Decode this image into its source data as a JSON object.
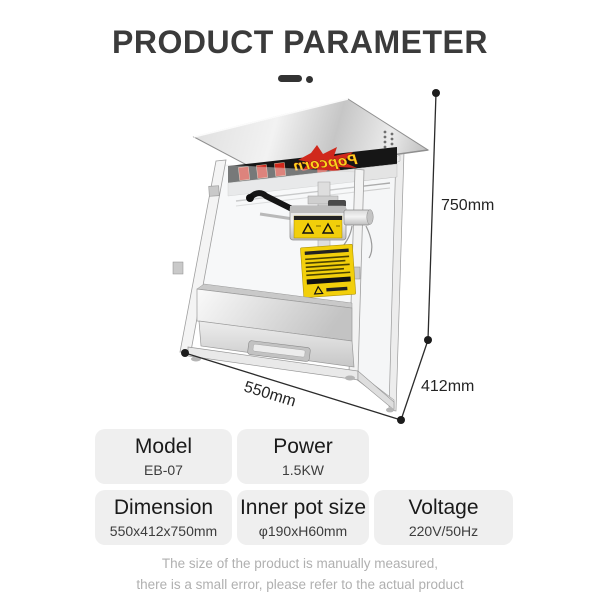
{
  "header": {
    "title": "PRODUCT PARAMETER"
  },
  "figure": {
    "machine": "popcorn-machine",
    "banner_text": "Popcorn",
    "dim_height": "750mm",
    "dim_depth": "412mm",
    "dim_width": "550mm",
    "colors": {
      "banner_black": "#161616",
      "banner_red": "#d0281c",
      "banner_yellow": "#ffd21c",
      "sticker_yellow": "#f2cf0b",
      "dimension_line": "#2b2b2b"
    }
  },
  "table": {
    "rows": [
      {
        "cells": [
          {
            "label": "Model",
            "value": "EB-07"
          },
          {
            "label": "Power",
            "value": "1.5KW"
          }
        ]
      },
      {
        "cells": [
          {
            "label": "Dimension",
            "value": "550x412x750mm"
          },
          {
            "label": "Inner pot size",
            "value": "φ190xH60mm"
          },
          {
            "label": "Voltage",
            "value": "220V/50Hz"
          }
        ]
      }
    ]
  },
  "footer": {
    "line1": "The size of the product is manually measured,",
    "line2": "there is a small error, please refer to the actual product"
  }
}
